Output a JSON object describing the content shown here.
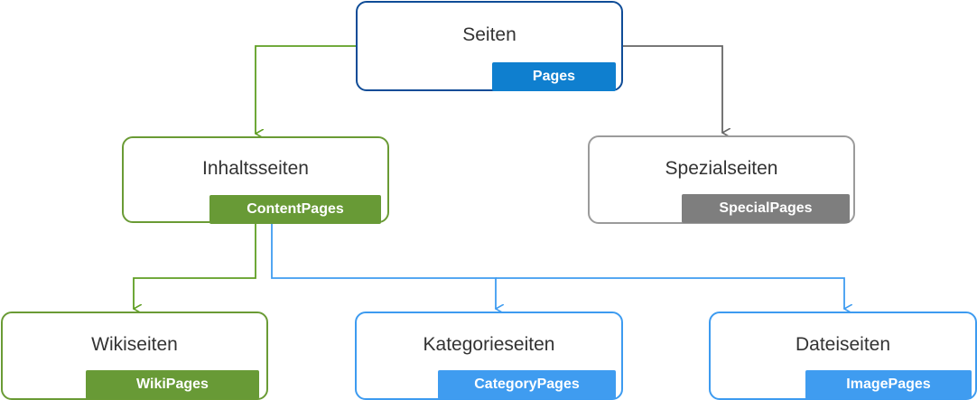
{
  "nodes": {
    "root": {
      "title": "Seiten",
      "tag": "Pages"
    },
    "content": {
      "title": "Inhaltsseiten",
      "tag": "ContentPages"
    },
    "special": {
      "title": "Spezialseiten",
      "tag": "SpecialPages"
    },
    "wiki": {
      "title": "Wikiseiten",
      "tag": "WikiPages"
    },
    "category": {
      "title": "Kategorieseiten",
      "tag": "CategoryPages"
    },
    "image": {
      "title": "Dateiseiten",
      "tag": "ImagePages"
    }
  },
  "colors": {
    "root_border": "#0f4c97",
    "root_tag": "#0f7fcf",
    "content_green": "#689a36",
    "special_gray": "#7e7e7e",
    "link_blue": "#3f9cf0"
  },
  "edges": [
    {
      "from": "Seiten",
      "to": "Inhaltsseiten",
      "color": "#5f9e22"
    },
    {
      "from": "Seiten",
      "to": "Spezialseiten",
      "color": "#666666"
    },
    {
      "from": "Inhaltsseiten",
      "to": "Wikiseiten",
      "color": "#5f9e22"
    },
    {
      "from": "Inhaltsseiten",
      "to": "Kategorieseiten",
      "color": "#3f9cf0"
    },
    {
      "from": "Inhaltsseiten",
      "to": "Dateiseiten",
      "color": "#3f9cf0"
    }
  ]
}
